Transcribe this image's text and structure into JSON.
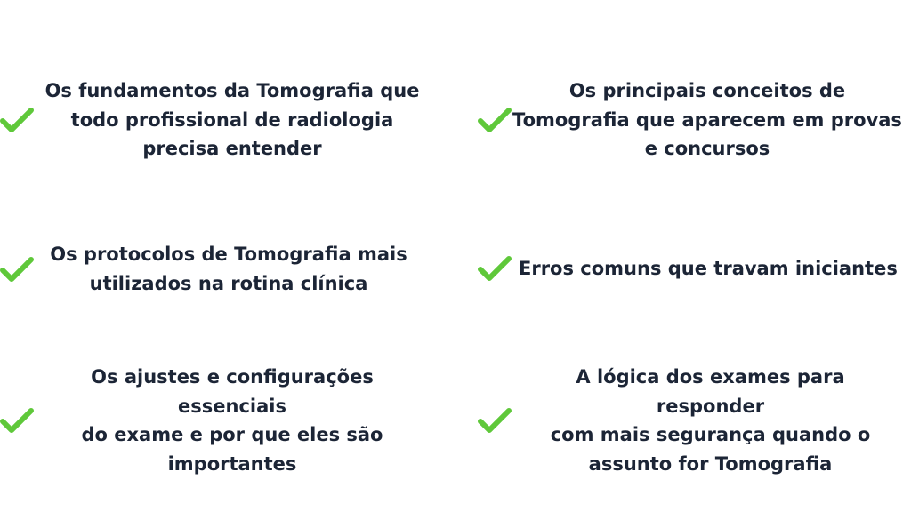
{
  "colors": {
    "check": "#5fc83a",
    "text": "#1c2536",
    "background": "#ffffff"
  },
  "icon": "check-mark-icon",
  "items": [
    {
      "text": "Os fundamentos da Tomografia que\ntodo profissional de radiologia\nprecisa entender"
    },
    {
      "text": "Os protocolos de Tomografia mais\nutilizados na rotina clínica"
    },
    {
      "text": "Os ajustes e configurações essenciais\ndo exame e por que eles são\nimportantes"
    },
    {
      "text": "Os principais conceitos de\nTomografia que aparecem em provas\ne concursos"
    },
    {
      "text": "Erros comuns que travam iniciantes"
    },
    {
      "text": "A lógica dos exames para responder\ncom mais segurança quando o\nassunto for Tomografia"
    }
  ]
}
